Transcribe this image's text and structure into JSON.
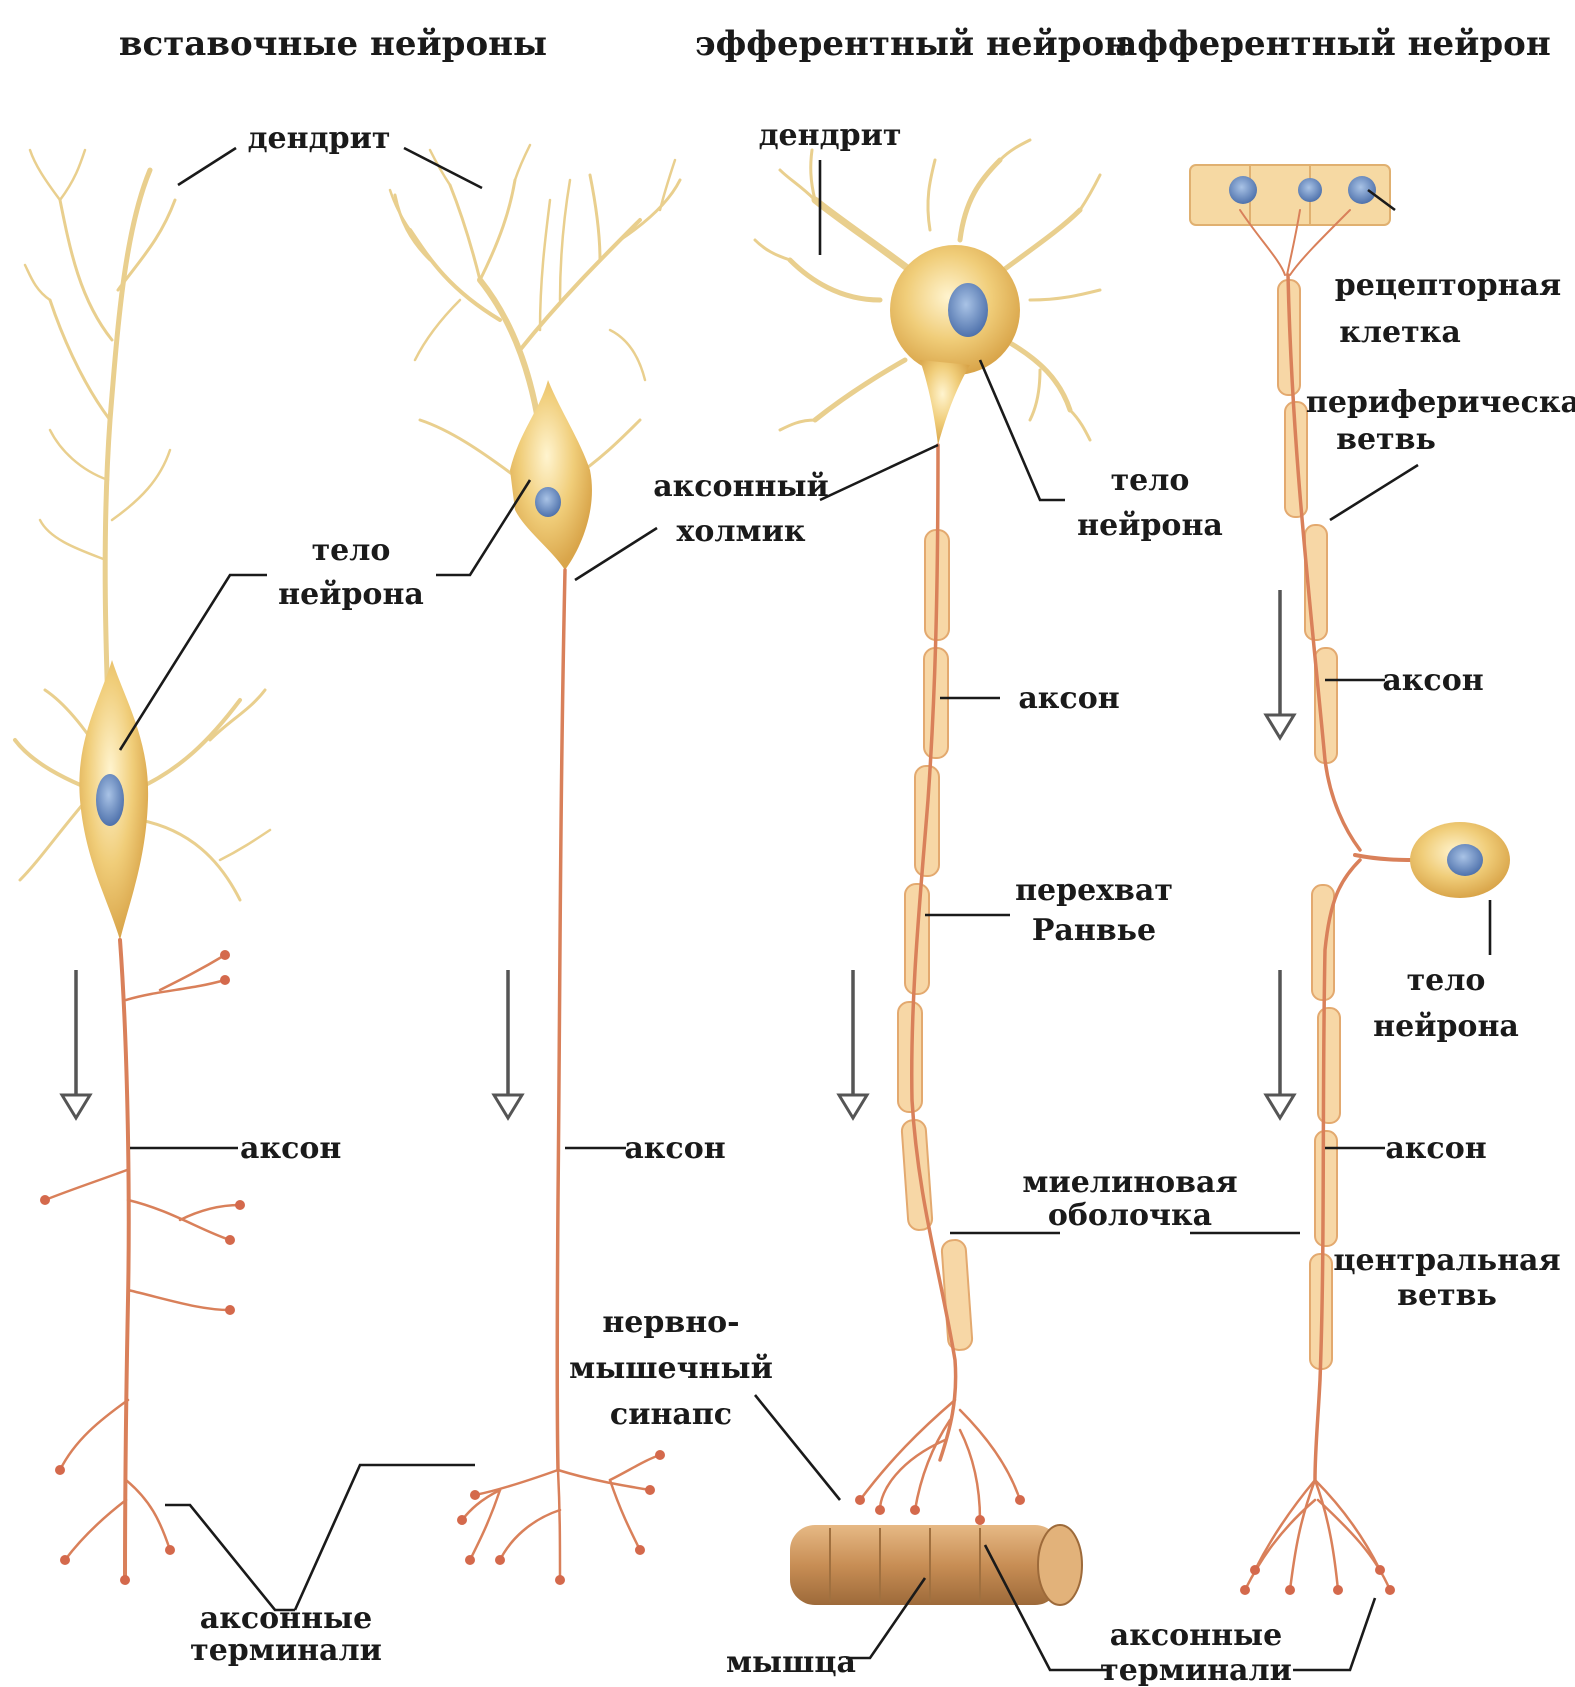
{
  "titles": {
    "interneurons": "вставочные нейроны",
    "efferent": "эфферентный нейрон",
    "afferent": "афферентный нейрон"
  },
  "labels": {
    "dendrite": "дендрит",
    "dendrite_efferent": "дендрит",
    "body_line1": "тело",
    "body_line2": "нейрона",
    "body_eff_line1": "тело",
    "body_eff_line2": "нейрона",
    "body_aff_line1": "тело",
    "body_aff_line2": "нейрона",
    "hillock_line1": "аксонный",
    "hillock_line2": "холмик",
    "axon_1": "аксон",
    "axon_2": "аксон",
    "axon_3": "аксон",
    "axon_4": "аксон",
    "axon_5": "аксон",
    "terminals_left_line1": "аксонные",
    "terminals_left_line2": "терминали",
    "terminals_right_line1": "аксонные",
    "terminals_right_line2": "терминали",
    "ranvier_line1": "перехват",
    "ranvier_line2": "Ранвье",
    "myelin_line1": "миелиновая",
    "myelin_line2": "оболочка",
    "synapse_line1": "нервно-",
    "synapse_line2": "мышечный",
    "synapse_line3": "синапс",
    "muscle": "мышца",
    "receptor_line1": "рецепторная",
    "receptor_line2": "клетка",
    "peripheral_line1": "периферическая",
    "peripheral_line2": "ветвь",
    "central_line1": "центральная",
    "central_line2": "ветвь"
  },
  "colors": {
    "dendrite": "#e9cf8e",
    "soma": "#e8b95a",
    "nucleus": "#5b7fb6",
    "axon": "#d9805a",
    "myelin": "#f7d7a6",
    "muscle": "#b9834d"
  }
}
